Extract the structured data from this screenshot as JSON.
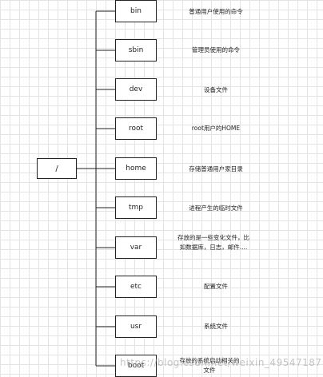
{
  "root": {
    "label": "/"
  },
  "nodes": [
    {
      "label": "bin",
      "desc": "普通用户使用的命令"
    },
    {
      "label": "sbin",
      "desc": "管理员使用的命令"
    },
    {
      "label": "dev",
      "desc": "设备文件"
    },
    {
      "label": "root",
      "desc": "root用户的HOME"
    },
    {
      "label": "home",
      "desc": "存储普通用户家目录"
    },
    {
      "label": "tmp",
      "desc": "进程产生的临时文件"
    },
    {
      "label": "var",
      "desc": "存放的是一些变化文件，比如数据库，日志，邮件...."
    },
    {
      "label": "etc",
      "desc": "配置文件"
    },
    {
      "label": "usr",
      "desc": "系统文件"
    },
    {
      "label": "boot",
      "desc": "存放的系统启动相关的文件"
    }
  ],
  "watermark": "https://blog.csdn.net/weixin_49547187"
}
